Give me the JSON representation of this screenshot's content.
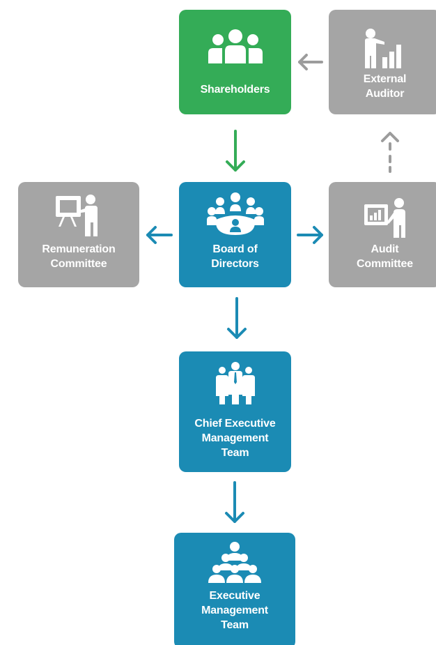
{
  "colors": {
    "green": "#34ac57",
    "blue": "#1b8bb4",
    "gray": "#a5a5a5",
    "arrow_green": "#34ac57",
    "arrow_blue": "#1b8bb4",
    "arrow_gray": "#9c9c9c"
  },
  "nodes": {
    "shareholders": {
      "lines": [
        "Shareholders"
      ],
      "icon": "group-icon"
    },
    "external_auditor": {
      "lines": [
        "External",
        "Auditor"
      ],
      "icon": "presenter-chart-icon"
    },
    "remuneration_committee": {
      "lines": [
        "Remuneration",
        "Committee"
      ],
      "icon": "presentation-board-icon"
    },
    "board_of_directors": {
      "lines": [
        "Board of",
        "Directors"
      ],
      "icon": "meeting-table-icon"
    },
    "audit_committee": {
      "lines": [
        "Audit",
        "Committee"
      ],
      "icon": "chart-presenter-icon"
    },
    "chief_executive_management_team": {
      "lines": [
        "Chief Executive",
        "Management",
        "Team"
      ],
      "icon": "team-icon"
    },
    "executive_management_team": {
      "lines": [
        "Executive",
        "Management",
        "Team"
      ],
      "icon": "crowd-icon"
    }
  },
  "edges": [
    {
      "from": "external_auditor",
      "to": "shareholders",
      "style": "solid"
    },
    {
      "from": "shareholders",
      "to": "board_of_directors",
      "style": "solid"
    },
    {
      "from": "board_of_directors",
      "to": "remuneration_committee",
      "style": "solid"
    },
    {
      "from": "board_of_directors",
      "to": "audit_committee",
      "style": "solid"
    },
    {
      "from": "audit_committee",
      "to": "external_auditor",
      "style": "dashed"
    },
    {
      "from": "board_of_directors",
      "to": "chief_executive_management_team",
      "style": "solid"
    },
    {
      "from": "chief_executive_management_team",
      "to": "executive_management_team",
      "style": "solid"
    }
  ]
}
